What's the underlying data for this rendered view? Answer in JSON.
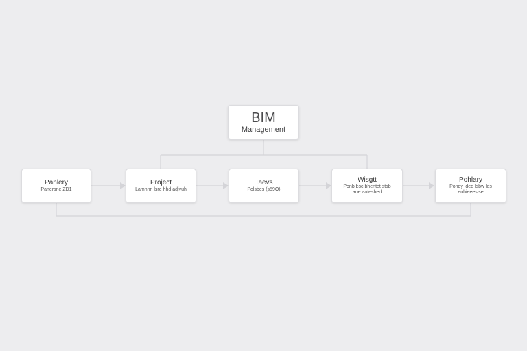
{
  "root": {
    "title": "BIM",
    "subtitle": "Management"
  },
  "steps": [
    {
      "title": "Panlery",
      "subtitle": "Panersne ZD1"
    },
    {
      "title": "Project",
      "subtitle": "Lamnnn lsre hhd adjvuh"
    },
    {
      "title": "Taevs",
      "subtitle": "Polsbes (s59O)"
    },
    {
      "title": "Wisgtt",
      "subtitle": "Ponb bsc bhentet stsb aoe aateshed"
    },
    {
      "title": "Pohlary",
      "subtitle": "Pondy lded lsbw les eohieeeslse"
    }
  ],
  "colors": {
    "background": "#ededef",
    "node_fill": "#ffffff",
    "connector": "#d4d4d8"
  }
}
